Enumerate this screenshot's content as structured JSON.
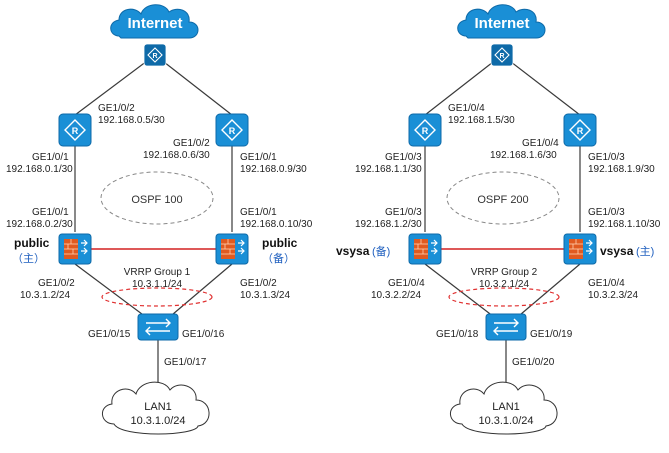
{
  "colors": {
    "device_blue": "#1a8fd6",
    "device_dark": "#0e6aa8",
    "link_dark": "#3a3a3a",
    "heartbeat_red": "#d42020",
    "vrrp_dash_red": "#e03030",
    "status_blue": "#1f5fbf"
  },
  "icons": {
    "internet": "cloud-icon",
    "router": "router-icon",
    "firewall": "firewall-icon",
    "switch": "switch-icon",
    "lan": "cloud-icon"
  },
  "left": {
    "internet": "Internet",
    "top_if_1": "GE1/0/2",
    "top_ip_1": "192.168.0.5/30",
    "top_if_2": "GE1/0/2",
    "top_ip_2": "192.168.0.6/30",
    "r1_down_if": "GE1/0/1",
    "r1_down_ip": "192.168.0.1/30",
    "r2_down_if": "GE1/0/1",
    "r2_down_ip": "192.168.0.9/30",
    "ospf": "OSPF 100",
    "fw1_up_if": "GE1/0/1",
    "fw1_up_ip": "192.168.0.2/30",
    "fw2_up_if": "GE1/0/1",
    "fw2_up_ip": "192.168.0.10/30",
    "fw1_name": "public",
    "fw1_state": "（主）",
    "fw2_name": "public",
    "fw2_state": "（备）",
    "vrrp_group": "VRRP Group 1",
    "vrrp_ip": "10.3.1.1/24",
    "fw1_down_if": "GE1/0/2",
    "fw1_down_ip": "10.3.1.2/24",
    "fw2_down_if": "GE1/0/2",
    "fw2_down_ip": "10.3.1.3/24",
    "sw_if_1": "GE1/0/15",
    "sw_if_2": "GE1/0/16",
    "sw_if_3": "GE1/0/17",
    "lan_name": "LAN1",
    "lan_net": "10.3.1.0/24"
  },
  "right": {
    "internet": "Internet",
    "top_if_1": "GE1/0/4",
    "top_ip_1": "192.168.1.5/30",
    "top_if_2": "GE1/0/4",
    "top_ip_2": "192.168.1.6/30",
    "r1_down_if": "GE1/0/3",
    "r1_down_ip": "192.168.1.1/30",
    "r2_down_if": "GE1/0/3",
    "r2_down_ip": "192.168.1.9/30",
    "ospf": "OSPF 200",
    "fw1_up_if": "GE1/0/3",
    "fw1_up_ip": "192.168.1.2/30",
    "fw2_up_if": "GE1/0/3",
    "fw2_up_ip": "192.168.1.10/30",
    "fw1_name": "vsysa",
    "fw1_state": "(备)",
    "fw2_name": "vsysa",
    "fw2_state": "(主)",
    "vrrp_group": "VRRP Group 2",
    "vrrp_ip": "10.3.2.1/24",
    "fw1_down_if": "GE1/0/4",
    "fw1_down_ip": "10.3.2.2/24",
    "fw2_down_if": "GE1/0/4",
    "fw2_down_ip": "10.3.2.3/24",
    "sw_if_1": "GE1/0/18",
    "sw_if_2": "GE1/0/19",
    "sw_if_3": "GE1/0/20",
    "lan_name": "LAN1",
    "lan_net": "10.3.1.0/24"
  }
}
